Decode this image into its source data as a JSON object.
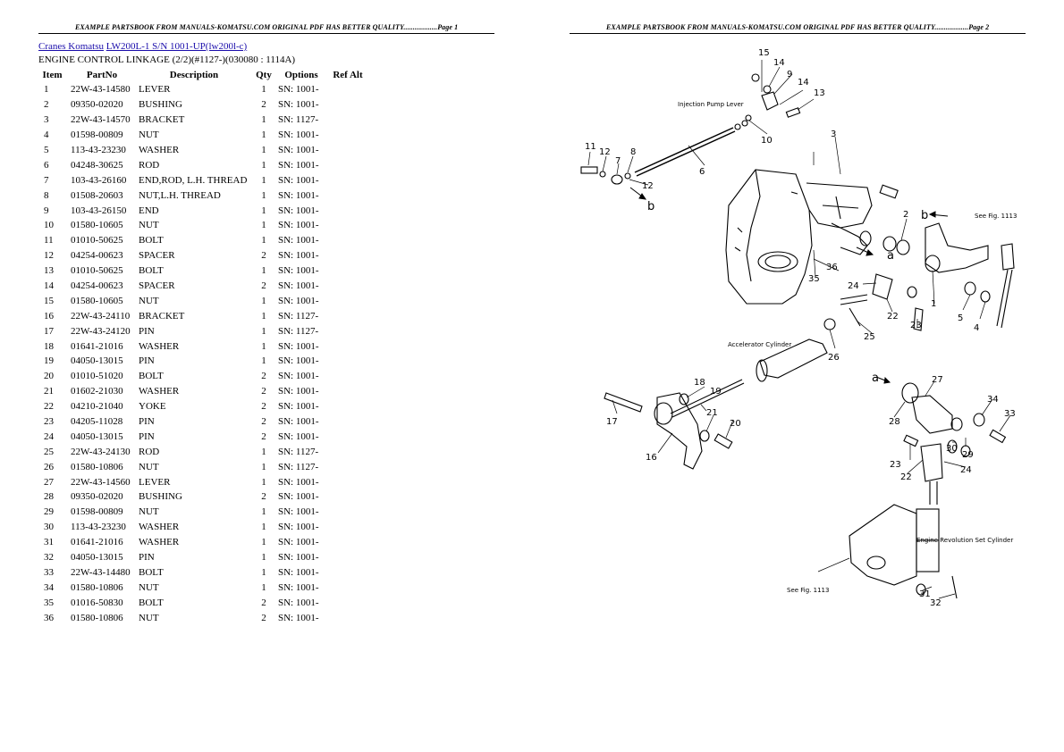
{
  "header": {
    "left_text": "EXAMPLE PARTSBOOK FROM MANUALS-KOMATSU.COM ORIGINAL PDF HAS BETTER QUALITY..................Page 1",
    "right_text": "EXAMPLE PARTSBOOK FROM MANUALS-KOMATSU.COM ORIGINAL PDF HAS BETTER QUALITY..................Page 2"
  },
  "breadcrumb": {
    "link1": "Cranes Komatsu",
    "link2": "LW200L-1 S/N 1001-UP(lw200l-c)"
  },
  "subtitle": "ENGINE CONTROL LINKAGE (2/2)(#1127-)(030080 : 1114A)",
  "table": {
    "headers": [
      "Item",
      "PartNo",
      "Description",
      "Qty",
      "Options",
      "Ref Alt"
    ],
    "rows": [
      {
        "item": "1",
        "part": "22W-43-14580",
        "desc": "LEVER",
        "qty": "1",
        "opt": "SN: 1001-"
      },
      {
        "item": "2",
        "part": "09350-02020",
        "desc": "BUSHING",
        "qty": "2",
        "opt": "SN: 1001-"
      },
      {
        "item": "3",
        "part": "22W-43-14570",
        "desc": "BRACKET",
        "qty": "1",
        "opt": "SN: 1127-"
      },
      {
        "item": "4",
        "part": "01598-00809",
        "desc": "NUT",
        "qty": "1",
        "opt": "SN: 1001-"
      },
      {
        "item": "5",
        "part": "113-43-23230",
        "desc": "WASHER",
        "qty": "1",
        "opt": "SN: 1001-"
      },
      {
        "item": "6",
        "part": "04248-30625",
        "desc": "ROD",
        "qty": "1",
        "opt": "SN: 1001-"
      },
      {
        "item": "7",
        "part": "103-43-26160",
        "desc": "END,ROD, L.H. THREAD",
        "qty": "1",
        "opt": "SN: 1001-"
      },
      {
        "item": "8",
        "part": "01508-20603",
        "desc": "NUT,L.H. THREAD",
        "qty": "1",
        "opt": "SN: 1001-"
      },
      {
        "item": "9",
        "part": "103-43-26150",
        "desc": "END",
        "qty": "1",
        "opt": "SN: 1001-"
      },
      {
        "item": "10",
        "part": "01580-10605",
        "desc": "NUT",
        "qty": "1",
        "opt": "SN: 1001-"
      },
      {
        "item": "11",
        "part": "01010-50625",
        "desc": "BOLT",
        "qty": "1",
        "opt": "SN: 1001-"
      },
      {
        "item": "12",
        "part": "04254-00623",
        "desc": "SPACER",
        "qty": "2",
        "opt": "SN: 1001-"
      },
      {
        "item": "13",
        "part": "01010-50625",
        "desc": "BOLT",
        "qty": "1",
        "opt": "SN: 1001-"
      },
      {
        "item": "14",
        "part": "04254-00623",
        "desc": "SPACER",
        "qty": "2",
        "opt": "SN: 1001-"
      },
      {
        "item": "15",
        "part": "01580-10605",
        "desc": "NUT",
        "qty": "1",
        "opt": "SN: 1001-"
      },
      {
        "item": "16",
        "part": "22W-43-24110",
        "desc": "BRACKET",
        "qty": "1",
        "opt": "SN: 1127-"
      },
      {
        "item": "17",
        "part": "22W-43-24120",
        "desc": "PIN",
        "qty": "1",
        "opt": "SN: 1127-"
      },
      {
        "item": "18",
        "part": "01641-21016",
        "desc": "WASHER",
        "qty": "1",
        "opt": "SN: 1001-"
      },
      {
        "item": "19",
        "part": "04050-13015",
        "desc": "PIN",
        "qty": "1",
        "opt": "SN: 1001-"
      },
      {
        "item": "20",
        "part": "01010-51020",
        "desc": "BOLT",
        "qty": "2",
        "opt": "SN: 1001-"
      },
      {
        "item": "21",
        "part": "01602-21030",
        "desc": "WASHER",
        "qty": "2",
        "opt": "SN: 1001-"
      },
      {
        "item": "22",
        "part": "04210-21040",
        "desc": "YOKE",
        "qty": "2",
        "opt": "SN: 1001-"
      },
      {
        "item": "23",
        "part": "04205-11028",
        "desc": "PIN",
        "qty": "2",
        "opt": "SN: 1001-"
      },
      {
        "item": "24",
        "part": "04050-13015",
        "desc": "PIN",
        "qty": "2",
        "opt": "SN: 1001-"
      },
      {
        "item": "25",
        "part": "22W-43-24130",
        "desc": "ROD",
        "qty": "1",
        "opt": "SN: 1127-"
      },
      {
        "item": "26",
        "part": "01580-10806",
        "desc": "NUT",
        "qty": "1",
        "opt": "SN: 1127-"
      },
      {
        "item": "27",
        "part": "22W-43-14560",
        "desc": "LEVER",
        "qty": "1",
        "opt": "SN: 1001-"
      },
      {
        "item": "28",
        "part": "09350-02020",
        "desc": "BUSHING",
        "qty": "2",
        "opt": "SN: 1001-"
      },
      {
        "item": "29",
        "part": "01598-00809",
        "desc": "NUT",
        "qty": "1",
        "opt": "SN: 1001-"
      },
      {
        "item": "30",
        "part": "113-43-23230",
        "desc": "WASHER",
        "qty": "1",
        "opt": "SN: 1001-"
      },
      {
        "item": "31",
        "part": "01641-21016",
        "desc": "WASHER",
        "qty": "1",
        "opt": "SN: 1001-"
      },
      {
        "item": "32",
        "part": "04050-13015",
        "desc": "PIN",
        "qty": "1",
        "opt": "SN: 1001-"
      },
      {
        "item": "33",
        "part": "22W-43-14480",
        "desc": "BOLT",
        "qty": "1",
        "opt": "SN: 1001-"
      },
      {
        "item": "34",
        "part": "01580-10806",
        "desc": "NUT",
        "qty": "1",
        "opt": "SN: 1001-"
      },
      {
        "item": "35",
        "part": "01016-50830",
        "desc": "BOLT",
        "qty": "2",
        "opt": "SN: 1001-"
      },
      {
        "item": "36",
        "part": "01580-10806",
        "desc": "NUT",
        "qty": "2",
        "opt": "SN: 1001-"
      }
    ]
  },
  "diagram": {
    "captions": {
      "injection_pump_lever": "Injection Pump Lever",
      "accelerator_cylinder": "Accelerator Cylinder",
      "engine_revolution_set_cylinder": "Engine Revolution Set Cylinder",
      "see_fig_upper": "See Fig. 1113",
      "see_fig_lower": "See Fig. 1113",
      "letter_a": "a",
      "letter_b": "b"
    }
  }
}
